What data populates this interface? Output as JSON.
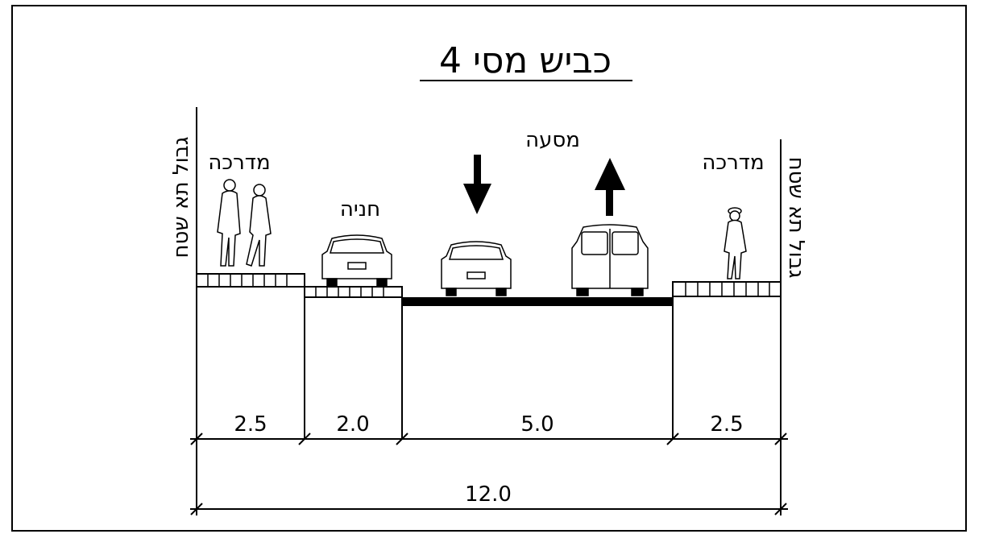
{
  "title": "כביש מסי 4",
  "labels": {
    "sidewalk_left": "מדרכה",
    "parking": "חניה",
    "roadway": "מסעה",
    "sidewalk_right": "מדרכה",
    "boundary_left": "גבול תא שטח",
    "boundary_right": "גבול תא שטח"
  },
  "dimensions": {
    "sidewalk_left": "2.5",
    "parking": "2.0",
    "roadway": "5.0",
    "sidewalk_right": "2.5",
    "total": "12.0"
  }
}
